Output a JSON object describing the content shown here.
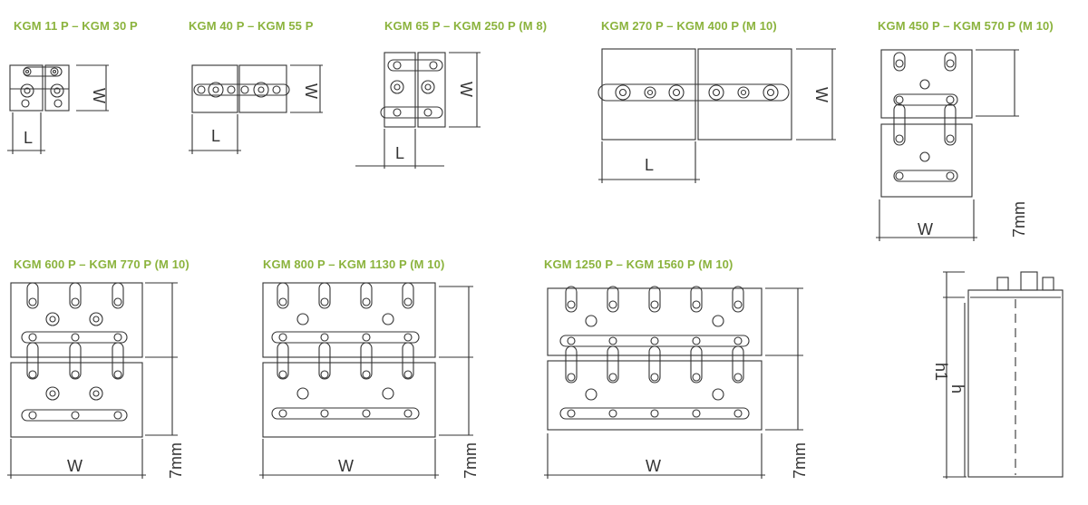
{
  "titles": [
    "KGM 11 P     –     KGM 30 P",
    "KGM 40 P     –     KGM 55 P",
    "KGM 65 P     –     KGM 250 P     (M 8)",
    "KGM 270 P     –     KGM 400 P     (M 10)",
    "KGM 450 P     –     KGM 570 P     (M 10)",
    "KGM 600 P     –     KGM 770 P     (M 10)",
    "KGM 800 P     –     KGM 1130 P     (M 10)",
    "KGM 1250 P     –     KGM 1560 P     (M 10)"
  ],
  "dims": {
    "w": "W",
    "l": "L",
    "h1": "h1",
    "h": "h",
    "gap": "7mm"
  },
  "colors": {
    "title": "#8bb33d",
    "line": "#333333"
  }
}
